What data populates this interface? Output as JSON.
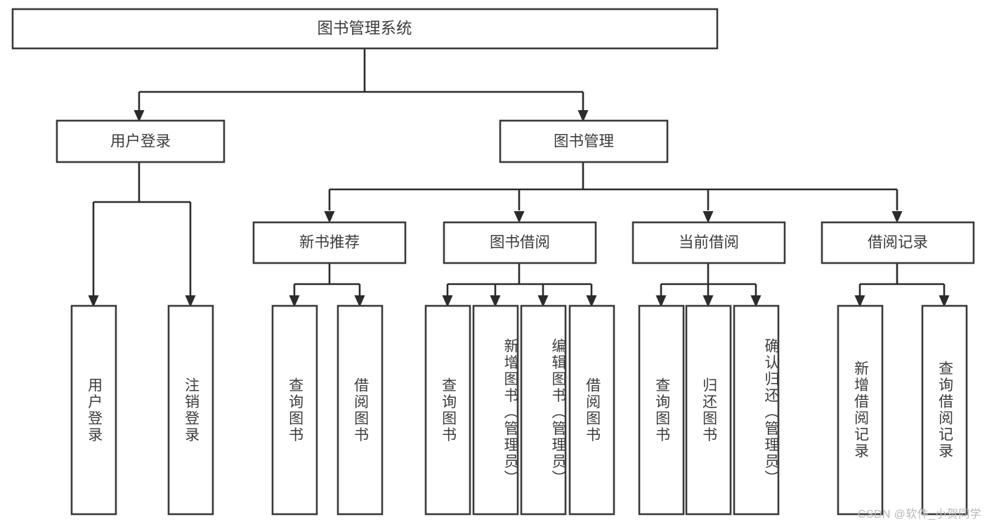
{
  "diagram": {
    "type": "tree-hierarchy",
    "title": "图书管理系统",
    "colors": {
      "box_border": "#3a3a3a",
      "connector": "#2b2b2b",
      "text": "#3c3c3c",
      "background": "#ffffff",
      "watermark": "#b9b9b9"
    },
    "root": {
      "label": "图书管理系统"
    },
    "level1": [
      {
        "id": "user-login",
        "label": "用户登录"
      },
      {
        "id": "book-manage",
        "label": "图书管理"
      }
    ],
    "level2": [
      {
        "id": "new-book-recommend",
        "label": "新书推荐",
        "parent": "book-manage"
      },
      {
        "id": "book-borrow",
        "label": "图书借阅",
        "parent": "book-manage"
      },
      {
        "id": "current-borrow",
        "label": "当前借阅",
        "parent": "book-manage"
      },
      {
        "id": "borrow-record",
        "label": "借阅记录",
        "parent": "book-manage"
      }
    ],
    "leaves": [
      {
        "id": "leaf-user-login",
        "label": "用户登录",
        "parent": "user-login"
      },
      {
        "id": "leaf-logout",
        "label": "注销登录",
        "parent": "user-login"
      },
      {
        "id": "leaf-query-book-1",
        "label": "查询图书",
        "parent": "new-book-recommend"
      },
      {
        "id": "leaf-borrow-book-1",
        "label": "借阅图书",
        "parent": "new-book-recommend"
      },
      {
        "id": "leaf-query-book-2",
        "label": "查询图书",
        "parent": "book-borrow"
      },
      {
        "id": "leaf-add-book",
        "label": "新增图书（管理员）",
        "parent": "book-borrow"
      },
      {
        "id": "leaf-edit-book",
        "label": "编辑图书（管理员）",
        "parent": "book-borrow"
      },
      {
        "id": "leaf-borrow-book-2",
        "label": "借阅图书",
        "parent": "book-borrow"
      },
      {
        "id": "leaf-query-book-3",
        "label": "查询图书",
        "parent": "current-borrow"
      },
      {
        "id": "leaf-return-book",
        "label": "归还图书",
        "parent": "current-borrow"
      },
      {
        "id": "leaf-confirm-return",
        "label": "确认归还（管理员）",
        "parent": "current-borrow"
      },
      {
        "id": "leaf-add-record",
        "label": "新增借阅记录",
        "parent": "borrow-record"
      },
      {
        "id": "leaf-query-record",
        "label": "查询借阅记录",
        "parent": "borrow-record"
      }
    ],
    "watermark": "CSDN @软件_小贺同学"
  }
}
